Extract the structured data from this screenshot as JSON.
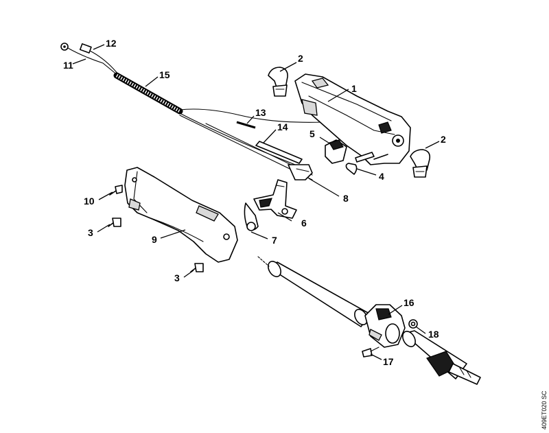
{
  "diagram": {
    "callouts": [
      {
        "id": "c1",
        "text": "1"
      },
      {
        "id": "c2a",
        "text": "2"
      },
      {
        "id": "c2b",
        "text": "2"
      },
      {
        "id": "c3a",
        "text": "3"
      },
      {
        "id": "c3b",
        "text": "3"
      },
      {
        "id": "c4",
        "text": "4"
      },
      {
        "id": "c5",
        "text": "5"
      },
      {
        "id": "c6",
        "text": "6"
      },
      {
        "id": "c7",
        "text": "7"
      },
      {
        "id": "c8",
        "text": "8"
      },
      {
        "id": "c9",
        "text": "9"
      },
      {
        "id": "c10",
        "text": "10"
      },
      {
        "id": "c11",
        "text": "11"
      },
      {
        "id": "c12",
        "text": "12"
      },
      {
        "id": "c13",
        "text": "13"
      },
      {
        "id": "c14",
        "text": "14"
      },
      {
        "id": "c15",
        "text": "15"
      },
      {
        "id": "c16",
        "text": "16"
      },
      {
        "id": "c17",
        "text": "17"
      },
      {
        "id": "c18",
        "text": "18"
      }
    ],
    "drawing_code": "409ET020 SC"
  }
}
